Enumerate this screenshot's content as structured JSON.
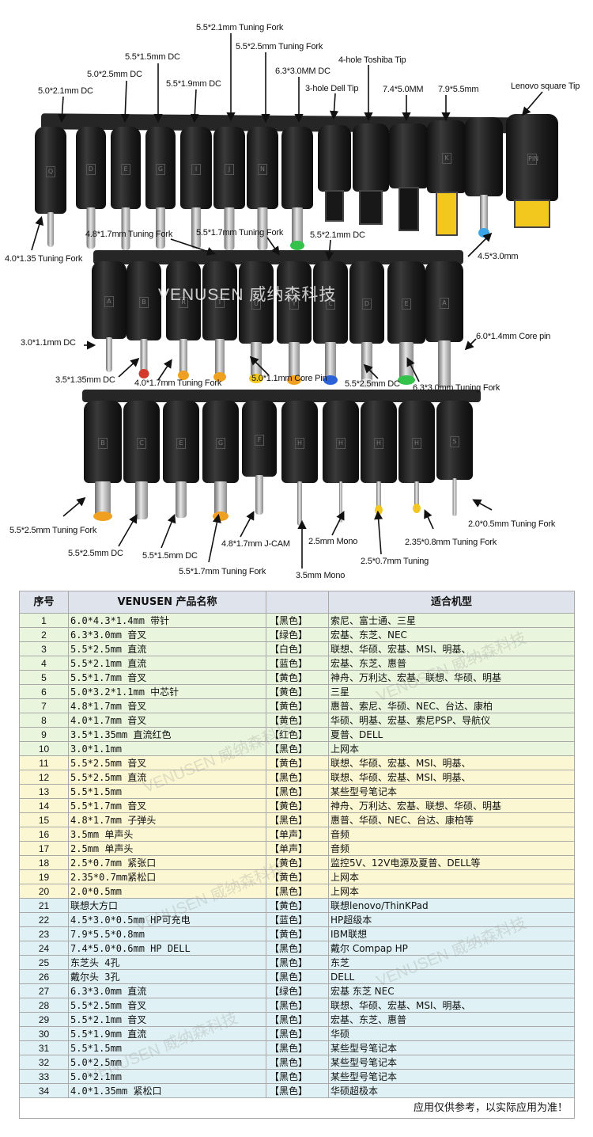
{
  "photo": {
    "watermark": "VENUSEN 威纳森科技",
    "row1_labels": [
      "5.0*2.1mm DC",
      "5.0*2.5mm DC",
      "5.5*1.5mm DC",
      "5.5*1.9mm DC",
      "5.5*2.1mm Tuning Fork",
      "5.5*2.5mm Tuning Fork",
      "6.3*3.0MM DC",
      "3-hole Dell Tip",
      "4-hole Toshiba Tip",
      "7.4*5.0MM",
      "7.9*5.5mm",
      "Lenovo square Tip",
      "4.0*1.35 Tuning Fork",
      "4.8*1.7mm Tuning Fork",
      "5.5*1.7mm Tuning Fork",
      "5.5*2.1mm DC",
      "4.5*3.0mm"
    ],
    "row2_labels": [
      "3.0*1.1mm DC",
      "3.5*1.35mm DC",
      "4.0*1.7mm Tuning Fork",
      "5.0*1.1mm Core Pin",
      "5.5*2.5mm DC",
      "6.3*3.0mm Tuning Fork",
      "6.0*1.4mm Core pin"
    ],
    "row3_labels": [
      "5.5*2.5mm Tuning Fork",
      "5.5*2.5mm DC",
      "5.5*1.5mm DC",
      "5.5*1.7mm Tuning Fork",
      "4.8*1.7mm J-CAM",
      "3.5mm Mono",
      "2.5mm Mono",
      "2.5*0.7mm Tuning",
      "2.35*0.8mm Tuning Fork",
      "2.0*0.5mm Tuning Fork"
    ],
    "tip_letters_row1": [
      "Q",
      "D",
      "E",
      "G",
      "I",
      "J",
      "N",
      "",
      "",
      "",
      "",
      "K",
      "",
      "PIN"
    ],
    "tip_letters_row2": [
      "A",
      "B",
      "R",
      "T",
      "U",
      "Y",
      "C",
      "D",
      "E",
      "A"
    ],
    "tip_letters_row3": [
      "B",
      "C",
      "E",
      "G",
      "F",
      "H",
      "H",
      "H",
      "H",
      "S"
    ]
  },
  "table": {
    "headers": [
      "序号",
      "VENUSEN 产品名称",
      "",
      "适合机型"
    ],
    "rows": [
      {
        "no": "1",
        "name": "6.0*4.3*1.4mm 带针",
        "color": "【黑色】",
        "fit": "索尼、富士通、三星"
      },
      {
        "no": "2",
        "name": "6.3*3.0mm 音叉",
        "color": "【绿色】",
        "fit": "宏基、东芝、NEC"
      },
      {
        "no": "3",
        "name": "5.5*2.5mm 直流",
        "color": "【白色】",
        "fit": "联想、华硕、宏基、MSI、明基、"
      },
      {
        "no": "4",
        "name": "5.5*2.1mm 直流",
        "color": "【蓝色】",
        "fit": "宏基、东芝、惠普"
      },
      {
        "no": "5",
        "name": "5.5*1.7mm 音叉",
        "color": "【黄色】",
        "fit": "神舟、万利达、宏基、联想、华硕、明基"
      },
      {
        "no": "6",
        "name": "5.0*3.2*1.1mm 中芯针",
        "color": "【黄色】",
        "fit": "三星"
      },
      {
        "no": "7",
        "name": "4.8*1.7mm 音叉",
        "color": "【黄色】",
        "fit": "惠普、索尼、华硕、NEC、台达、康柏"
      },
      {
        "no": "8",
        "name": "4.0*1.7mm 音叉",
        "color": "【黄色】",
        "fit": "华硕、明基、宏基、索尼PSP、导航仪"
      },
      {
        "no": "9",
        "name": "3.5*1.35mm 直流红色",
        "color": "【红色】",
        "fit": "夏普、DELL"
      },
      {
        "no": "10",
        "name": "3.0*1.1mm",
        "color": "【黑色】",
        "fit": "上网本"
      },
      {
        "no": "11",
        "name": "5.5*2.5mm 音叉",
        "color": "【黄色】",
        "fit": "联想、华硕、宏基、MSI、明基、"
      },
      {
        "no": "12",
        "name": "5.5*2.5mm 直流",
        "color": "【黑色】",
        "fit": "联想、华硕、宏基、MSI、明基、"
      },
      {
        "no": "13",
        "name": "5.5*1.5mm",
        "color": "【黑色】",
        "fit": "某些型号笔记本"
      },
      {
        "no": "14",
        "name": "5.5*1.7mm 音叉",
        "color": "【黄色】",
        "fit": "神舟、万利达、宏基、联想、华硕、明基"
      },
      {
        "no": "15",
        "name": "4.8*1.7mm 子弹头",
        "color": "【黑色】",
        "fit": "惠普、华硕、NEC、台达、康柏等"
      },
      {
        "no": "16",
        "name": "3.5mm 单声头",
        "color": "【单声】",
        "fit": "音频"
      },
      {
        "no": "17",
        "name": "2.5mm 单声头",
        "color": "【单声】",
        "fit": "音频"
      },
      {
        "no": "18",
        "name": "2.5*0.7mm 紧张口",
        "color": "【黄色】",
        "fit": "监控5V、12V电源及夏普、DELL等"
      },
      {
        "no": "19",
        "name": "2.35*0.7mm紧松口",
        "color": "【黄色】",
        "fit": "上网本"
      },
      {
        "no": "20",
        "name": "2.0*0.5mm",
        "color": "【黑色】",
        "fit": "上网本"
      },
      {
        "no": "21",
        "name": "联想大方口",
        "color": "【黄色】",
        "fit": "联想lenovo/ThinKPad"
      },
      {
        "no": "22",
        "name": "4.5*3.0*0.5mm HP可充电",
        "color": "【蓝色】",
        "fit": "HP超级本"
      },
      {
        "no": "23",
        "name": "7.9*5.5*0.8mm",
        "color": "【黄色】",
        "fit": "IBM联想"
      },
      {
        "no": "24",
        "name": "7.4*5.0*0.6mm HP DELL",
        "color": "【黑色】",
        "fit": "戴尔 Compap HP"
      },
      {
        "no": "25",
        "name": "东芝头 4孔",
        "color": "【黑色】",
        "fit": "东芝"
      },
      {
        "no": "26",
        "name": "戴尔头 3孔",
        "color": "【黑色】",
        "fit": "DELL"
      },
      {
        "no": "27",
        "name": "6.3*3.0mm 直流",
        "color": "【绿色】",
        "fit": "宏基 东芝 NEC"
      },
      {
        "no": "28",
        "name": "5.5*2.5mm 音叉",
        "color": "【黑色】",
        "fit": "联想、华硕、宏基、MSI、明基、"
      },
      {
        "no": "29",
        "name": "5.5*2.1mm 音叉",
        "color": "【黑色】",
        "fit": "宏基、东芝、惠普"
      },
      {
        "no": "30",
        "name": "5.5*1.9mm 直流",
        "color": "【黑色】",
        "fit": "华硕"
      },
      {
        "no": "31",
        "name": "5.5*1.5mm",
        "color": "【黑色】",
        "fit": "某些型号笔记本"
      },
      {
        "no": "32",
        "name": "5.0*2.5mm",
        "color": "【黑色】",
        "fit": "某些型号笔记本"
      },
      {
        "no": "33",
        "name": "5.0*2.1mm",
        "color": "【黑色】",
        "fit": "某些型号笔记本"
      },
      {
        "no": "34",
        "name": "4.0*1.35mm 紧松口",
        "color": "【黑色】",
        "fit": "华硕超极本"
      }
    ],
    "footnote": "应用仅供参考，以实际应用为准！",
    "watermark": "VENUSEN 威纳森科技"
  },
  "colors": {
    "row_green": "#e9f5dc",
    "row_yellow": "#fbf7d2",
    "row_blue": "#dff1f4",
    "header_bg": "#dfe4ec",
    "tip_yellow": "#f2c81e",
    "tip_green": "#35c24a",
    "tip_blue": "#2b62d9",
    "tip_red": "#d43a2c",
    "tip_orange": "#f0a020",
    "tip_lightblue": "#3aa6e8"
  }
}
